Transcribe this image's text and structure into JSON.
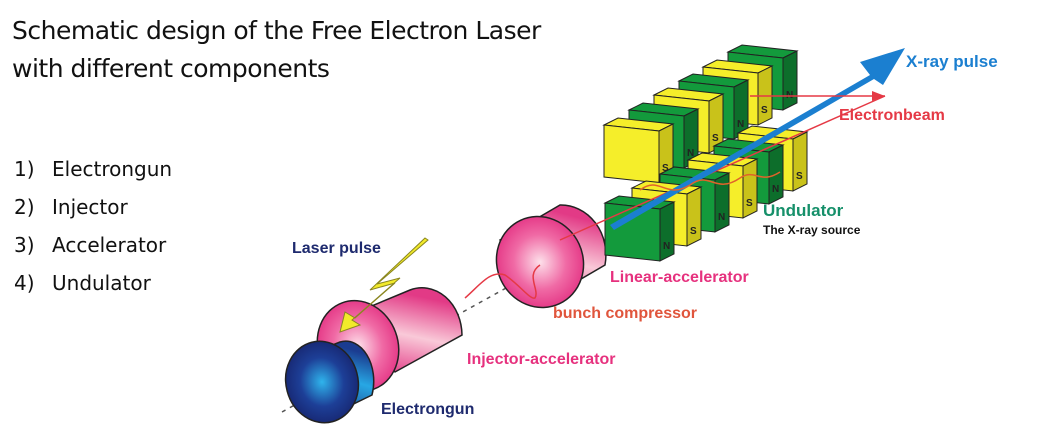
{
  "title": {
    "line1": "Schematic design of the Free Electron Laser",
    "line2": "with different components"
  },
  "components": [
    {
      "num": "1)",
      "label": "Electrongun"
    },
    {
      "num": "2)",
      "label": "Injector"
    },
    {
      "num": "3)",
      "label": "Accelerator"
    },
    {
      "num": "4)",
      "label": "Undulator"
    }
  ],
  "labels": {
    "xray_pulse": "X-ray pulse",
    "electronbeam": "Electronbeam",
    "undulator": "Undulator",
    "undulator_sub": "The X-ray source",
    "linear_accelerator": "Linear-accelerator",
    "bunch_compressor": "bunch compressor",
    "injector_accelerator": "Injector-accelerator",
    "laser_pulse": "Laser pulse",
    "electrongun": "Electrongun"
  },
  "magnet_labels": {
    "north": "N",
    "south": "S"
  },
  "colors": {
    "xray": "#1b7fd0",
    "electronbeam": "#e53945",
    "undulator": "#16906a",
    "accelerator": "#e6317e",
    "laser": "#1e2a6e",
    "magnet_green": "#139a3c",
    "magnet_yellow": "#f5ee2a"
  }
}
